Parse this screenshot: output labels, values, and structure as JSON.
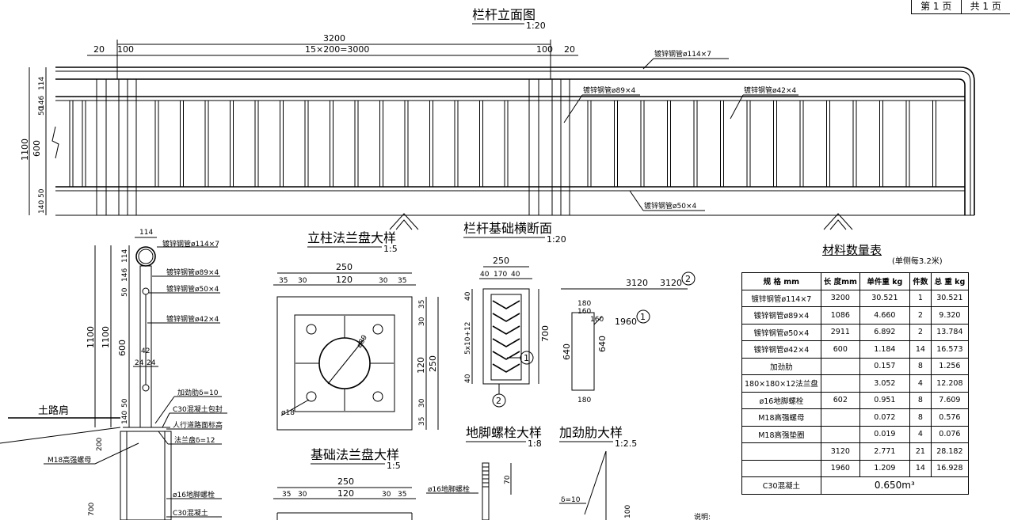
{
  "sheet": {
    "page": "第 1 页",
    "total": "共 1 页"
  },
  "titles": {
    "elevation": "栏杆立面图",
    "elevation_scale": "1:20",
    "flange": "立柱法兰盘大样",
    "flange_scale": "1:5",
    "foundation": "栏杆基础横断面",
    "foundation_scale": "1:20",
    "base_flange": "基础法兰盘大样",
    "base_flange_scale": "1:5",
    "anchor": "地脚螺栓大样",
    "anchor_scale": "1:8",
    "rib": "加劲肋大样",
    "rib_scale": "1:2.5"
  },
  "elevation": {
    "dim_3200": "3200",
    "dim_3000": "15×200=3000",
    "dim_20a": "20",
    "dim_100a": "100",
    "dim_100b": "100",
    "dim_20b": "20",
    "label_114": "镀锌钢管ø114×7",
    "label_89": "镀锌钢管ø89×4",
    "label_42": "镀锌钢管ø42×4",
    "label_50": "镀锌钢管ø50×4",
    "v_1100": "1100",
    "v_114": "114",
    "v_146": "146",
    "v_50a": "50",
    "v_600": "600",
    "v_50b": "50",
    "v_140": "140"
  },
  "section": {
    "d114": "114",
    "l114": "镀锌钢管ø114×7",
    "l89": "镀锌钢管ø89×4",
    "l50": "镀锌钢管ø50×4",
    "l42": "镀锌钢管ø42×4",
    "v1100a": "1100",
    "v1100b": "1100",
    "v114": "114",
    "v146": "146",
    "v50": "50",
    "v600": "600",
    "v50b": "50",
    "v140": "140",
    "d42": "42",
    "d24a": "24",
    "d24b": "24",
    "rib": "加劲肋δ=10",
    "conc_wrap": "C30混凝土包封",
    "walk": "人行道路面标高",
    "flange": "法兰盘δ=12",
    "bolt": "M18高强螺母",
    "shoulder": "土路肩",
    "anchor": "ø16地脚螺栓",
    "c30": "C30混凝土",
    "v200": "200",
    "v700": "700"
  },
  "flange": {
    "w250": "250",
    "d35a": "35",
    "d30a": "30",
    "d120": "120",
    "d30b": "30",
    "d35b": "35",
    "phi89": "ø89",
    "phi18": "ø18",
    "v35a": "35",
    "v30a": "30",
    "v120": "120",
    "v250": "250",
    "v30b": "30",
    "v35b": "35"
  },
  "foundation": {
    "w250": "250",
    "d40a": "40",
    "d170": "170",
    "d40b": "40",
    "v40a": "40",
    "v5x": "5x10+12",
    "v40b": "40",
    "v700": "700",
    "n1": "1",
    "n2": "2"
  },
  "rebar": {
    "l3120a": "3120",
    "l3120b": "3120",
    "n2": "2",
    "d180a": "180",
    "d160a": "160",
    "d160b": "160",
    "l1960": "1960",
    "n1": "1",
    "v640a": "640",
    "v640b": "640",
    "d180b": "180"
  },
  "base_flange": {
    "w250": "250",
    "d35a": "35",
    "d30a": "30",
    "d120": "120",
    "d30b": "30",
    "d35b": "35"
  },
  "anchor": {
    "label": "ø16地脚螺栓",
    "v70": "70"
  },
  "rib": {
    "delta": "δ=10",
    "v100": "100"
  },
  "note": "说明:",
  "materials": {
    "title": "材料数量表",
    "subtitle": "(单侧每3.2米)",
    "headers": [
      "规 格 mm",
      "长 度mm",
      "单件重 kg",
      "件数",
      "总 重 kg"
    ],
    "rows": [
      [
        "镀锌钢管ø114×7",
        "3200",
        "30.521",
        "1",
        "30.521"
      ],
      [
        "镀锌钢管ø89×4",
        "1086",
        "4.660",
        "2",
        "9.320"
      ],
      [
        "镀锌钢管ø50×4",
        "2911",
        "6.892",
        "2",
        "13.784"
      ],
      [
        "镀锌钢管ø42×4",
        "600",
        "1.184",
        "14",
        "16.573"
      ],
      [
        "加劲肋",
        "",
        "0.157",
        "8",
        "1.256"
      ],
      [
        "180×180×12法兰盘",
        "",
        "3.052",
        "4",
        "12.208"
      ],
      [
        "ø16地脚螺栓",
        "602",
        "0.951",
        "8",
        "7.609"
      ],
      [
        "M18高强螺母",
        "",
        "0.072",
        "8",
        "0.576"
      ],
      [
        "M18高强垫圈",
        "",
        "0.019",
        "4",
        "0.076"
      ],
      [
        "",
        "3120",
        "2.771",
        "21",
        "28.182"
      ],
      [
        "",
        "1960",
        "1.209",
        "14",
        "16.928"
      ]
    ],
    "last_label": "C30混凝土",
    "last_value": "0.650m³"
  }
}
